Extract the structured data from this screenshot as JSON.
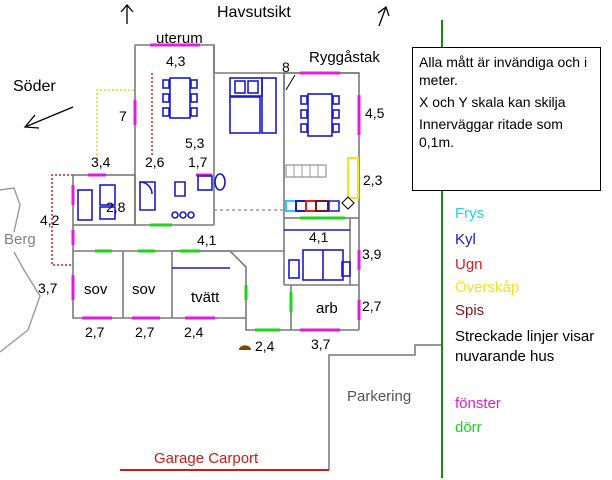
{
  "compass": {
    "north": "Havsutsikt",
    "south": "Söder",
    "roof_ridge": "Ryggåstak",
    "rock": "Berg",
    "parking": "Parkering",
    "garage": "Garage Carport"
  },
  "notes": [
    "Alla mått är invändiga och i meter.",
    "X och Y skala kan skilja",
    "Innerväggar ritade som 0,1m."
  ],
  "legend": [
    {
      "label": "Frys",
      "color": "#22d3e6"
    },
    {
      "label": "Kyl",
      "color": "#1a1acb"
    },
    {
      "label": "Ugn",
      "color": "#e31b1b"
    },
    {
      "label": "Överskåp",
      "color": "#f5e21d"
    },
    {
      "label": "Spis",
      "color": "#7a1616"
    },
    {
      "label": "Streckade linjer visar nuvarande hus",
      "color": "#000000"
    },
    {
      "label": "fönster",
      "color": "#e01ce0"
    },
    {
      "label": "dörr",
      "color": "#1ed21e"
    }
  ],
  "rooms": {
    "uterum": "uterum",
    "sov1": "sov",
    "sov2": "sov",
    "tvatt": "tvätt",
    "arb": "arb"
  },
  "dimensions": {
    "uterum_width": "4,3",
    "uterum_height": "7",
    "ridge": "8",
    "dining_depth": "5,3",
    "living_right": "4,5",
    "hall_left": "3,4",
    "hall_mid": "2,6",
    "bath_width": "1,7",
    "bath_depth": "2,8",
    "kitchen_right": "2,3",
    "left_wing": "4,2",
    "corridor": "4,1",
    "living_width": "4,1",
    "living_depth": "3,9",
    "sov_depth": "3,7",
    "arb_depth": "2,7",
    "bottom_1": "2,7",
    "bottom_2": "2,7",
    "bottom_3": "2,4",
    "entry": "2,4",
    "bottom_4": "3,7"
  }
}
